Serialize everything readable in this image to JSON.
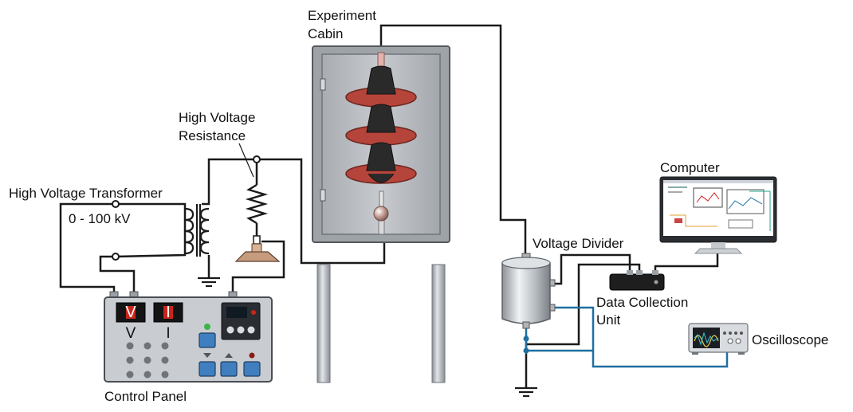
{
  "labels": {
    "experiment_cabin_line1": "Experiment",
    "experiment_cabin_line2": "Cabin",
    "hv_resistance_line1": "High Voltage",
    "hv_resistance_line2": "Resistance",
    "hv_transformer": "High Voltage Transformer",
    "voltage_range": "0 - 100 kV",
    "computer": "Computer",
    "voltage_divider": "Voltage Divider",
    "data_collection_line1": "Data Collection",
    "data_collection_line2": "Unit",
    "oscilloscope": "Oscilloscope",
    "control_panel": "Control Panel"
  },
  "control_panel": {
    "meter_v_symbol": "V",
    "meter_i_symbol": "I",
    "meter_v_caption": "V",
    "meter_i_caption": "I"
  },
  "colors": {
    "wire": "#1a1a1a",
    "signal_wire": "#1f6f9f",
    "insulator_shed": "#b5443a",
    "meter_red": "#c8261c",
    "panel": "#c9ccd1",
    "cabin_frame": "#9ea3a8",
    "cabin_inner": "#b9bcc0"
  }
}
